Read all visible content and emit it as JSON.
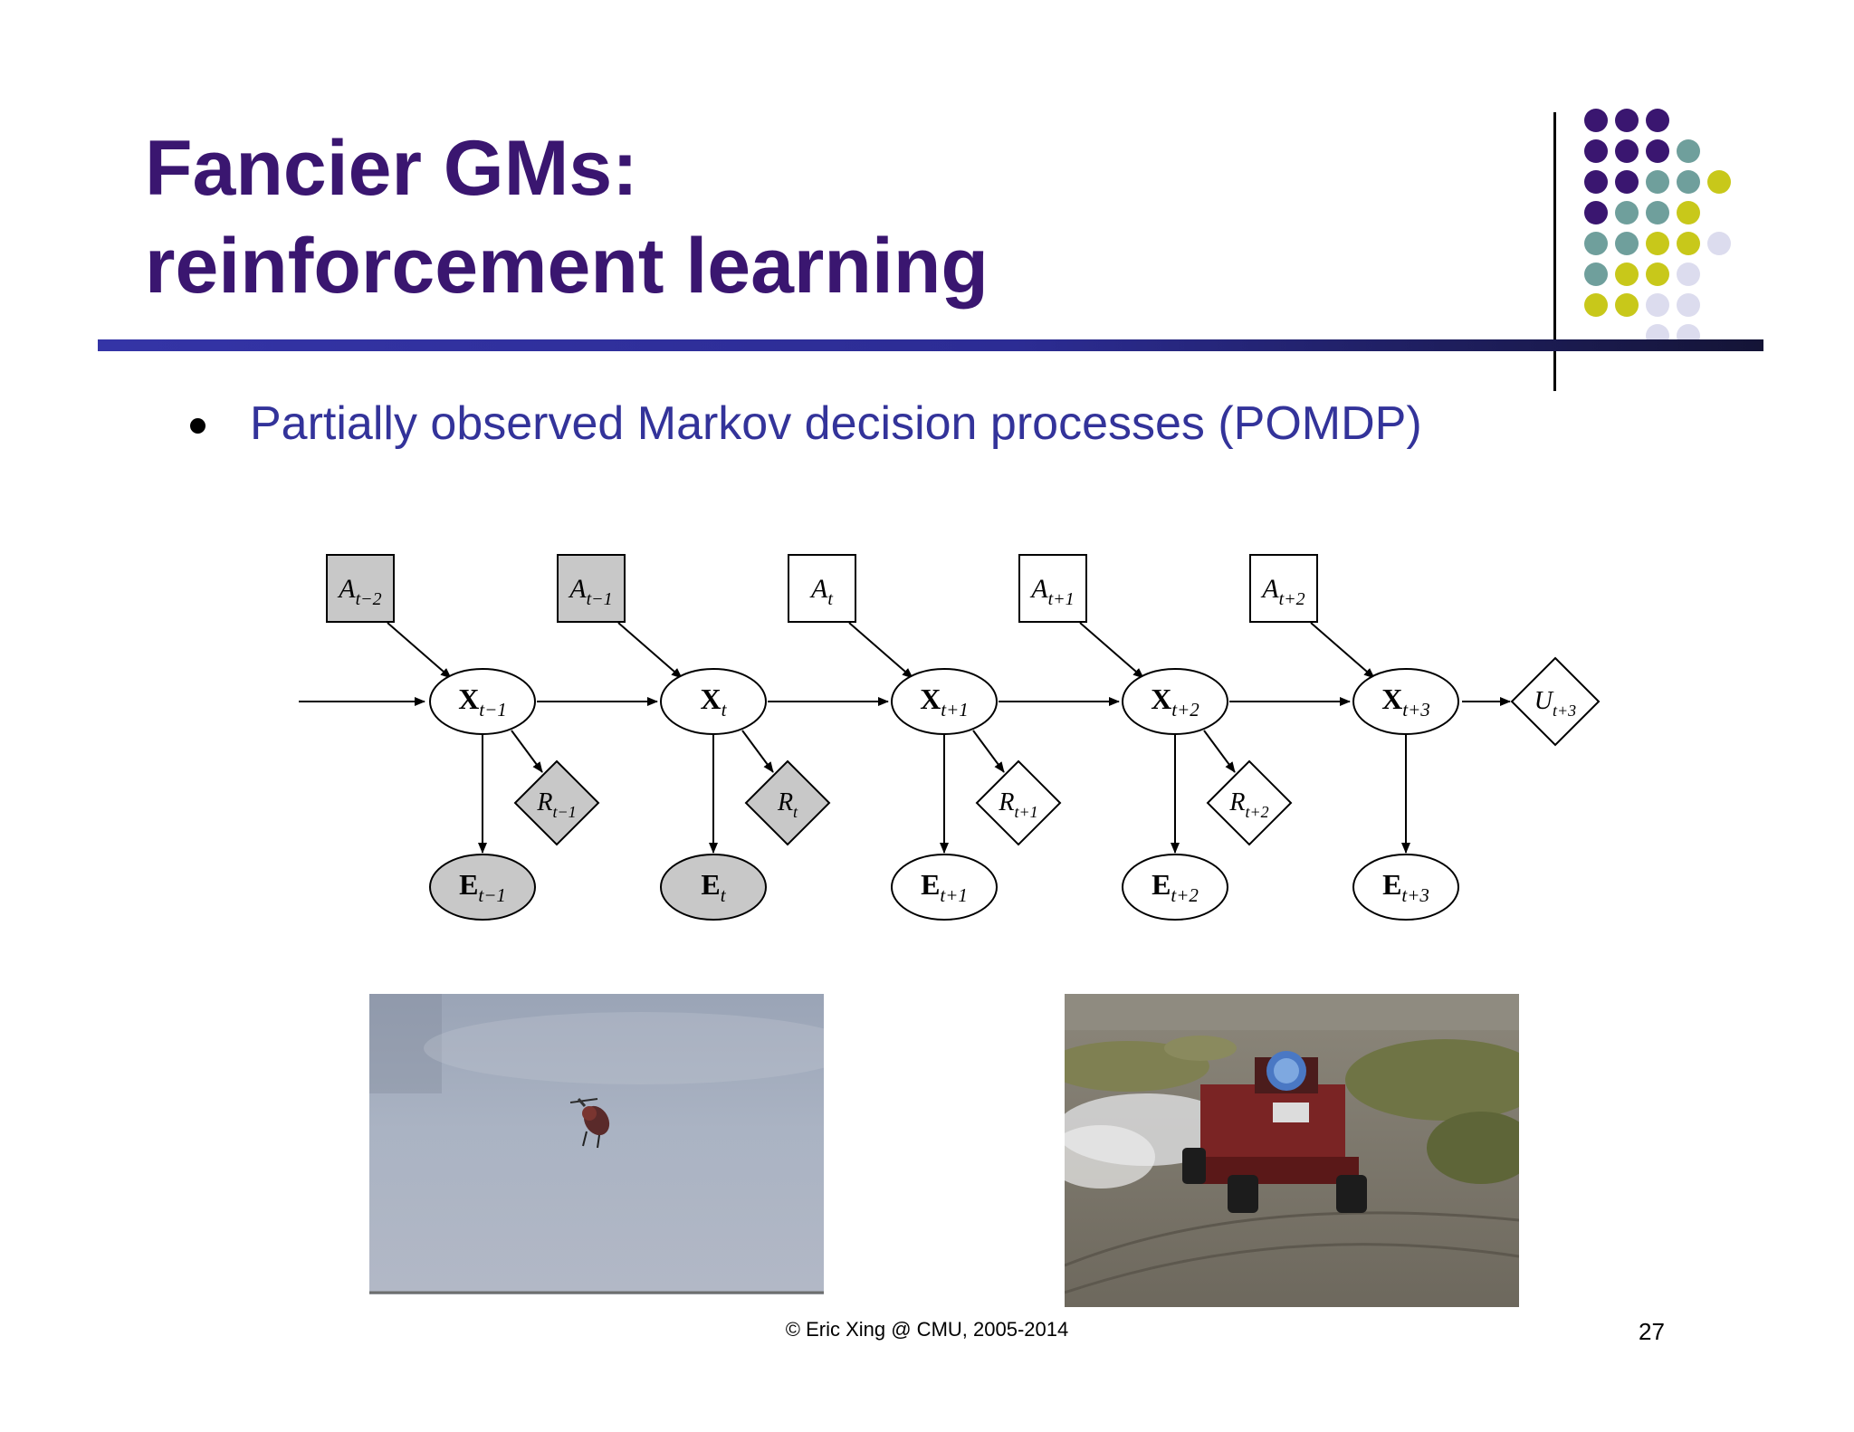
{
  "slide": {
    "title_line1": "Fancier GMs:",
    "title_line2": "reinforcement learning",
    "bullet": "Partially observed Markov decision processes (POMDP)",
    "footer": "© Eric Xing @ CMU, 2005-2014",
    "page_number": "27"
  },
  "colors": {
    "title": "#3a1670",
    "bullet_text": "#33339a",
    "rule": "#2c2c94",
    "dot_purple": "#3a1670",
    "dot_teal": "#6f9f9c",
    "dot_yellow": "#c8c81a",
    "dot_lavender": "#dcdcee",
    "observed_node": "#c8c8c8"
  },
  "diagram": {
    "actions": [
      {
        "base": "A",
        "sub": "t−2",
        "observed": true
      },
      {
        "base": "A",
        "sub": "t−1",
        "observed": true
      },
      {
        "base": "A",
        "sub": "t",
        "observed": false
      },
      {
        "base": "A",
        "sub": "t+1",
        "observed": false
      },
      {
        "base": "A",
        "sub": "t+2",
        "observed": false
      }
    ],
    "states": [
      {
        "base": "X",
        "sub": "t−1"
      },
      {
        "base": "X",
        "sub": "t"
      },
      {
        "base": "X",
        "sub": "t+1"
      },
      {
        "base": "X",
        "sub": "t+2"
      },
      {
        "base": "X",
        "sub": "t+3"
      }
    ],
    "rewards": [
      {
        "base": "R",
        "sub": "t−1",
        "observed": true
      },
      {
        "base": "R",
        "sub": "t",
        "observed": true
      },
      {
        "base": "R",
        "sub": "t+1",
        "observed": false
      },
      {
        "base": "R",
        "sub": "t+2",
        "observed": false
      }
    ],
    "evidence": [
      {
        "base": "E",
        "sub": "t−1",
        "observed": true
      },
      {
        "base": "E",
        "sub": "t",
        "observed": true
      },
      {
        "base": "E",
        "sub": "t+1",
        "observed": false
      },
      {
        "base": "E",
        "sub": "t+2",
        "observed": false
      },
      {
        "base": "E",
        "sub": "t+3",
        "observed": false
      }
    ],
    "utility": {
      "base": "U",
      "sub": "t+3"
    }
  },
  "photos": [
    {
      "subject": "helicopter-photo"
    },
    {
      "subject": "off-road-vehicle-photo"
    }
  ]
}
